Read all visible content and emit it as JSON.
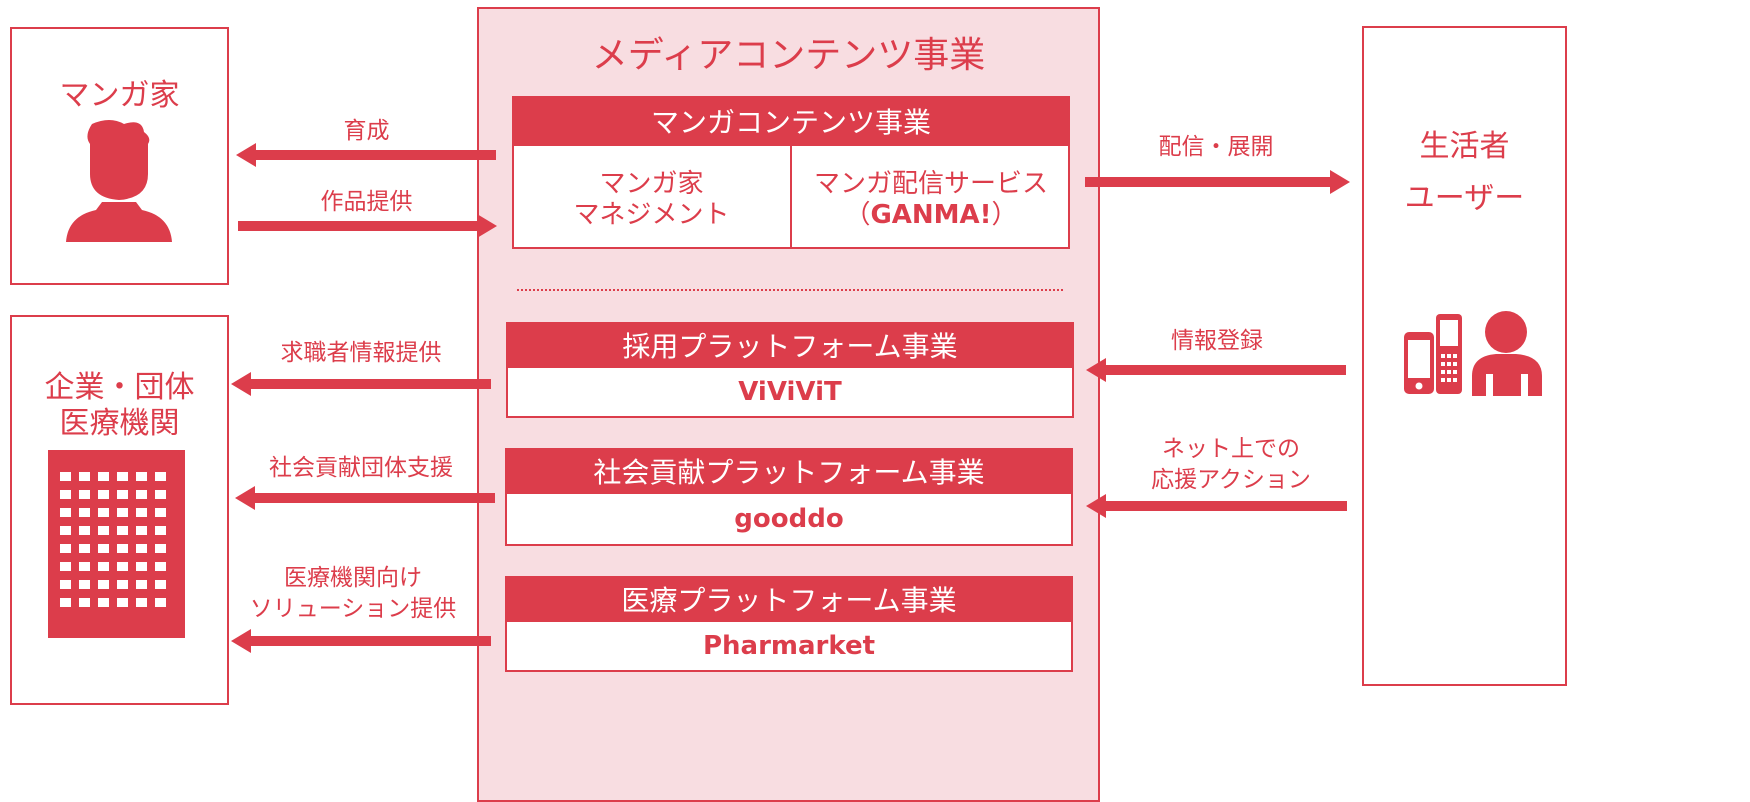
{
  "left_top": {
    "title": "マンガ家"
  },
  "left_bottom": {
    "title_line1": "企業・団体",
    "title_line2": "医療機関"
  },
  "center": {
    "title": "メディアコンテンツ事業",
    "manga": {
      "header": "マンガコンテンツ事業",
      "cell1_line1": "マンガ家",
      "cell1_line2": "マネジメント",
      "cell2_line1": "マンガ配信サービス",
      "cell2_line2_open": "（",
      "cell2_line2_name": "GANMA!",
      "cell2_line2_close": "）"
    },
    "recruit": {
      "header": "採用プラットフォーム事業",
      "name": "ViViViT"
    },
    "social": {
      "header": "社会貢献プラットフォーム事業",
      "name": "gooddo"
    },
    "medical": {
      "header": "医療プラットフォーム事業",
      "name": "Pharmarket"
    }
  },
  "right": {
    "title_line1": "生活者",
    "title_line2": "ユーザー"
  },
  "arrows": {
    "nurture": "育成",
    "provide_works": "作品提供",
    "distribute": "配信・展開",
    "job_info": "求職者情報提供",
    "register": "情報登録",
    "support_org": "社会貢献団体支援",
    "online_action_line1": "ネット上での",
    "online_action_line2": "応援アクション",
    "medical_solution_line1": "医療機関向け",
    "medical_solution_line2": "ソリューション提供"
  },
  "colors": {
    "accent": "#dc3d4b",
    "panel": "#f8dde1"
  }
}
